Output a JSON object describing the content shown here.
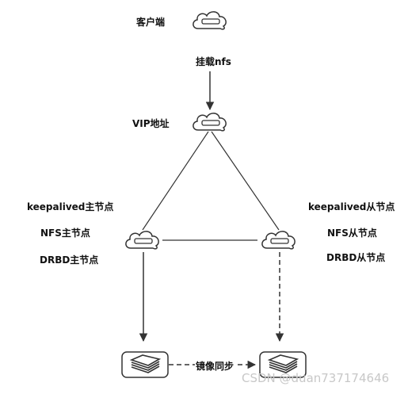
{
  "nodes": {
    "client": {
      "label": "客户端",
      "icon": "cloud-icon"
    },
    "vip": {
      "label": "VIP地址",
      "icon": "cloud-icon"
    },
    "master": {
      "icon": "cloud-icon",
      "lines": [
        "keepalived主节点",
        "NFS主节点",
        "DRBD主节点"
      ]
    },
    "slave": {
      "icon": "cloud-icon",
      "lines": [
        "keepalived从节点",
        "NFS从节点",
        "DRBD从节点"
      ]
    },
    "disk_master": {
      "icon": "storage-disk-icon"
    },
    "disk_slave": {
      "icon": "storage-disk-icon"
    }
  },
  "edges": {
    "mount": {
      "label": "挂载nfs",
      "style": "solid-arrow"
    },
    "mirror": {
      "label": "镜像同步",
      "style": "dashed-arrow"
    }
  },
  "watermark": "CSDN @duan737174646",
  "colors": {
    "line": "#333333",
    "icon_fill": "#ffffff",
    "icon_stroke": "#333333"
  }
}
